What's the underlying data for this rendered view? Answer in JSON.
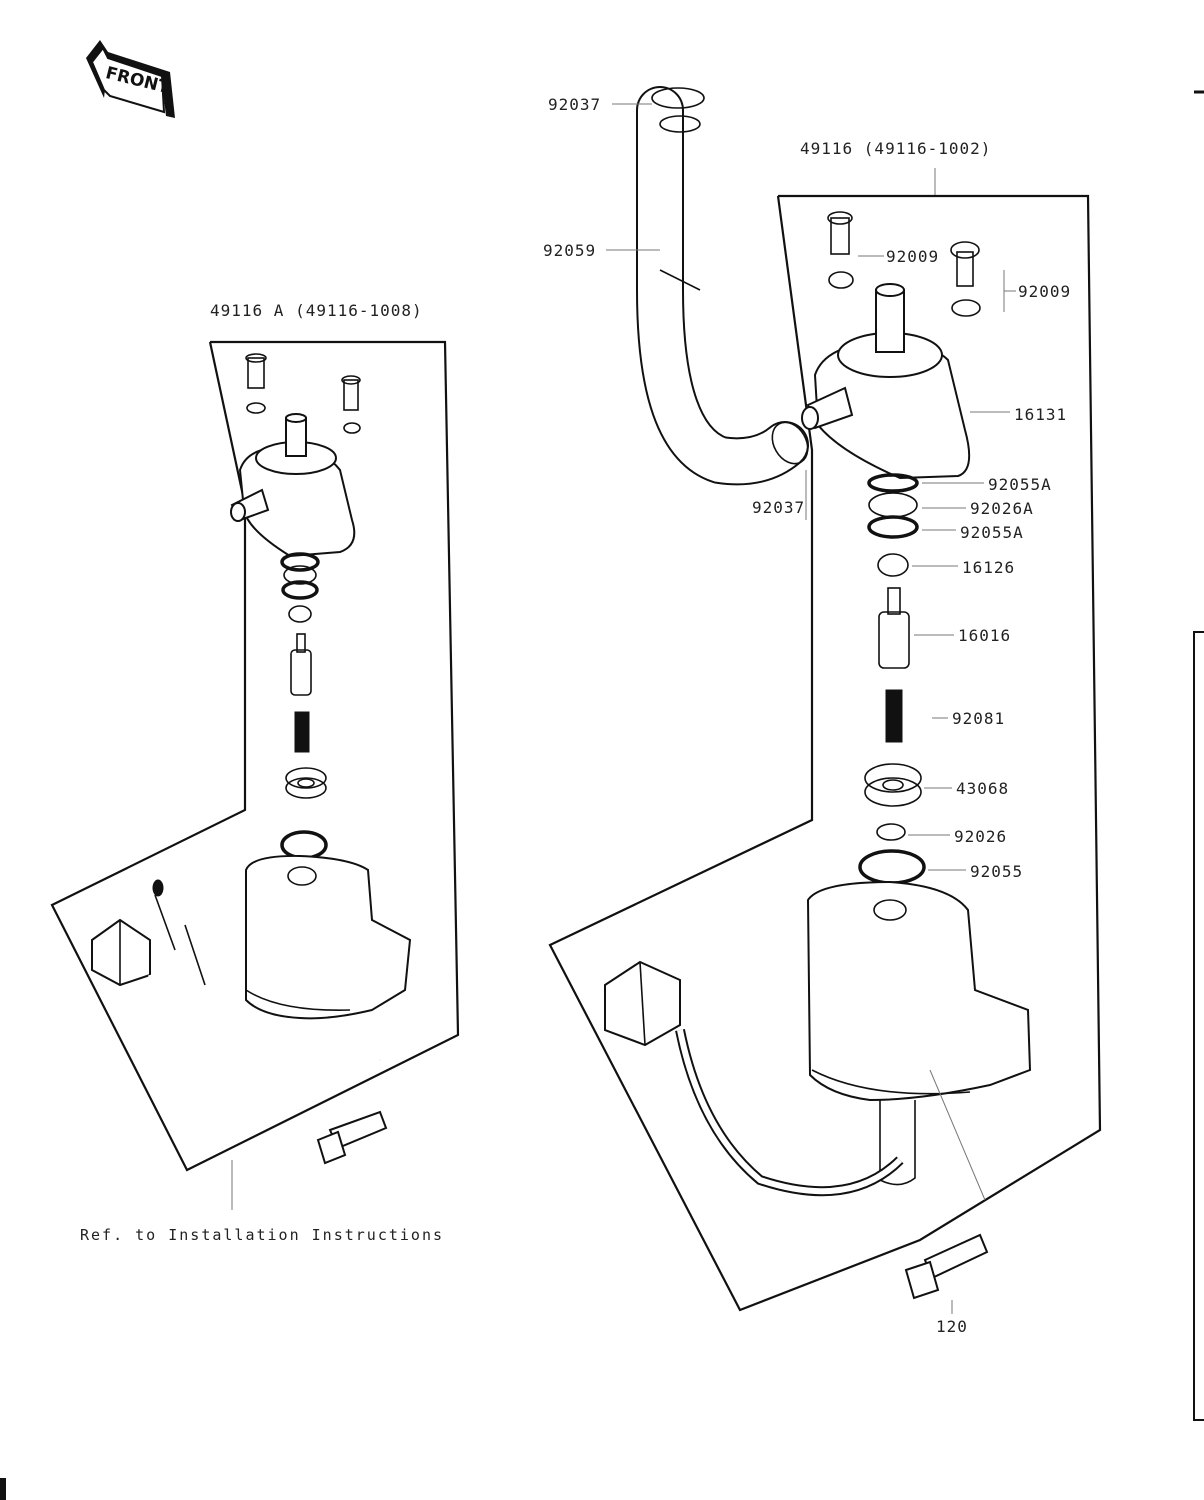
{
  "front_marker": "FRONT",
  "assembly_left": {
    "title": "49116 A (49116-1008)",
    "note": "Ref. to Installation Instructions"
  },
  "assembly_right": {
    "title": "49116 (49116-1002)",
    "parts": [
      {
        "id": "p-92037-top",
        "label": "92037"
      },
      {
        "id": "p-92059",
        "label": "92059"
      },
      {
        "id": "p-92009-a",
        "label": "92009"
      },
      {
        "id": "p-92009-b",
        "label": "92009"
      },
      {
        "id": "p-16131",
        "label": "16131"
      },
      {
        "id": "p-92037-side",
        "label": "92037"
      },
      {
        "id": "p-92055A-a",
        "label": "92055A"
      },
      {
        "id": "p-92026A",
        "label": "92026A"
      },
      {
        "id": "p-92055A-b",
        "label": "92055A"
      },
      {
        "id": "p-16126",
        "label": "16126"
      },
      {
        "id": "p-16016",
        "label": "16016"
      },
      {
        "id": "p-92081",
        "label": "92081"
      },
      {
        "id": "p-43068",
        "label": "43068"
      },
      {
        "id": "p-92026",
        "label": "92026"
      },
      {
        "id": "p-92055",
        "label": "92055"
      },
      {
        "id": "p-120",
        "label": "120"
      }
    ]
  },
  "colors": {
    "ink": "#111111",
    "leader": "#777777",
    "paper": "#ffffff"
  }
}
